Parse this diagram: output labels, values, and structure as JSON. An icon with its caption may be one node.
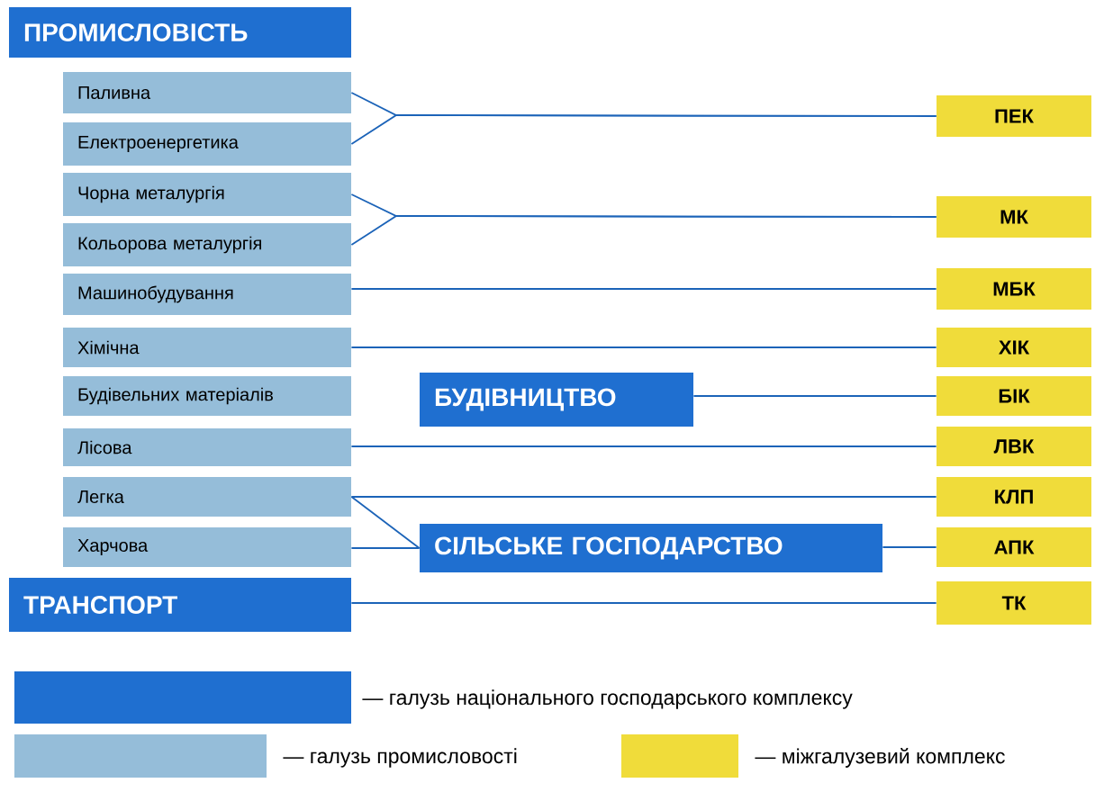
{
  "diagram": {
    "nodes": [
      {
        "text": [
          "ПРОМИСЛОВІСТЬ"
        ]
      },
      {
        "text": [
          "Паливна"
        ]
      },
      {
        "text": [
          "Електроенергетика"
        ]
      },
      {
        "text": [
          "Чорна металургія"
        ]
      },
      {
        "text": [
          "Кольорова металургія"
        ]
      },
      {
        "text": [
          "Машинобудування"
        ]
      },
      {
        "text": [
          "Хімічна"
        ]
      },
      {
        "text": [
          "Будівельних матеріалів"
        ]
      },
      {
        "text": [
          "Лісова"
        ]
      },
      {
        "text": [
          "Легка"
        ]
      },
      {
        "text": [
          "Харчова"
        ]
      },
      {
        "text": [
          "ТРАНСПОРТ"
        ]
      },
      {
        "text": [
          "БУДІВНИЦТВО"
        ]
      },
      {
        "text": [
          "СІЛЬСЬКЕ ГОСПОДАРСТВО"
        ]
      },
      {
        "text": [
          "ПЕК"
        ]
      },
      {
        "text": [
          "МК"
        ]
      },
      {
        "text": [
          "МБК"
        ]
      },
      {
        "text": [
          "ХІК"
        ]
      },
      {
        "text": [
          "БІК"
        ]
      },
      {
        "text": [
          "ЛВК"
        ]
      },
      {
        "text": [
          "КЛП"
        ]
      },
      {
        "text": [
          "АПК"
        ]
      },
      {
        "text": [
          "ТК"
        ]
      }
    ],
    "edges": [
      {
        "from": 1,
        "to": 14,
        "arrow": "none"
      },
      {
        "from": 2,
        "to": 14,
        "arrow": "none"
      },
      {
        "from": 3,
        "to": 15,
        "arrow": "none"
      },
      {
        "from": 4,
        "to": 15,
        "arrow": "none"
      },
      {
        "from": 5,
        "to": 16,
        "arrow": "none"
      },
      {
        "from": 6,
        "to": 17,
        "arrow": "none"
      },
      {
        "from": 12,
        "to": 18,
        "arrow": "none"
      },
      {
        "from": 8,
        "to": 19,
        "arrow": "none"
      },
      {
        "from": 9,
        "to": 20,
        "arrow": "none"
      },
      {
        "from": 9,
        "to": 13,
        "arrow": "none"
      },
      {
        "from": 10,
        "to": 13,
        "arrow": "none"
      },
      {
        "from": 13,
        "to": 21,
        "arrow": "none"
      },
      {
        "from": 11,
        "to": 22,
        "arrow": "none"
      }
    ],
    "legend": [
      {
        "text": "— галузь національного господарського комплексу",
        "color": "#1f6fd0"
      },
      {
        "text": "— галузь промисловості",
        "color": "#95bdd9"
      },
      {
        "text": "— міжгалузевий комплекс",
        "color": "#f0dc3a"
      }
    ]
  }
}
